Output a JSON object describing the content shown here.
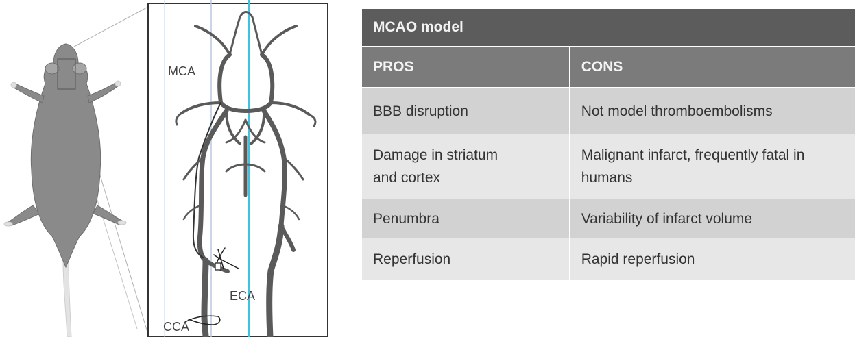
{
  "labels": {
    "mca": "MCA",
    "eca": "ECA",
    "cca": "CCA"
  },
  "table": {
    "title": "MCAO model",
    "headers": [
      "PROS",
      "CONS"
    ],
    "rows": [
      {
        "pro": "BBB disruption",
        "con": "Not model thromboembolisms"
      },
      {
        "pro": "Damage in striatum and cortex",
        "con": "Malignant infarct, frequently fatal in humans"
      },
      {
        "pro": "Penumbra",
        "con": "Variability of infarct volume"
      },
      {
        "pro": "Reperfusion",
        "con": "Rapid reperfusion"
      }
    ]
  },
  "colors": {
    "title_bg": "#5c5c5c",
    "header_bg": "#7b7b7b",
    "row_dark": "#d2d2d2",
    "row_light": "#e7e7e7",
    "vessel": "#5a5a5a",
    "mouse": "#8a8a8a",
    "guide_line": "#3fc2df"
  }
}
